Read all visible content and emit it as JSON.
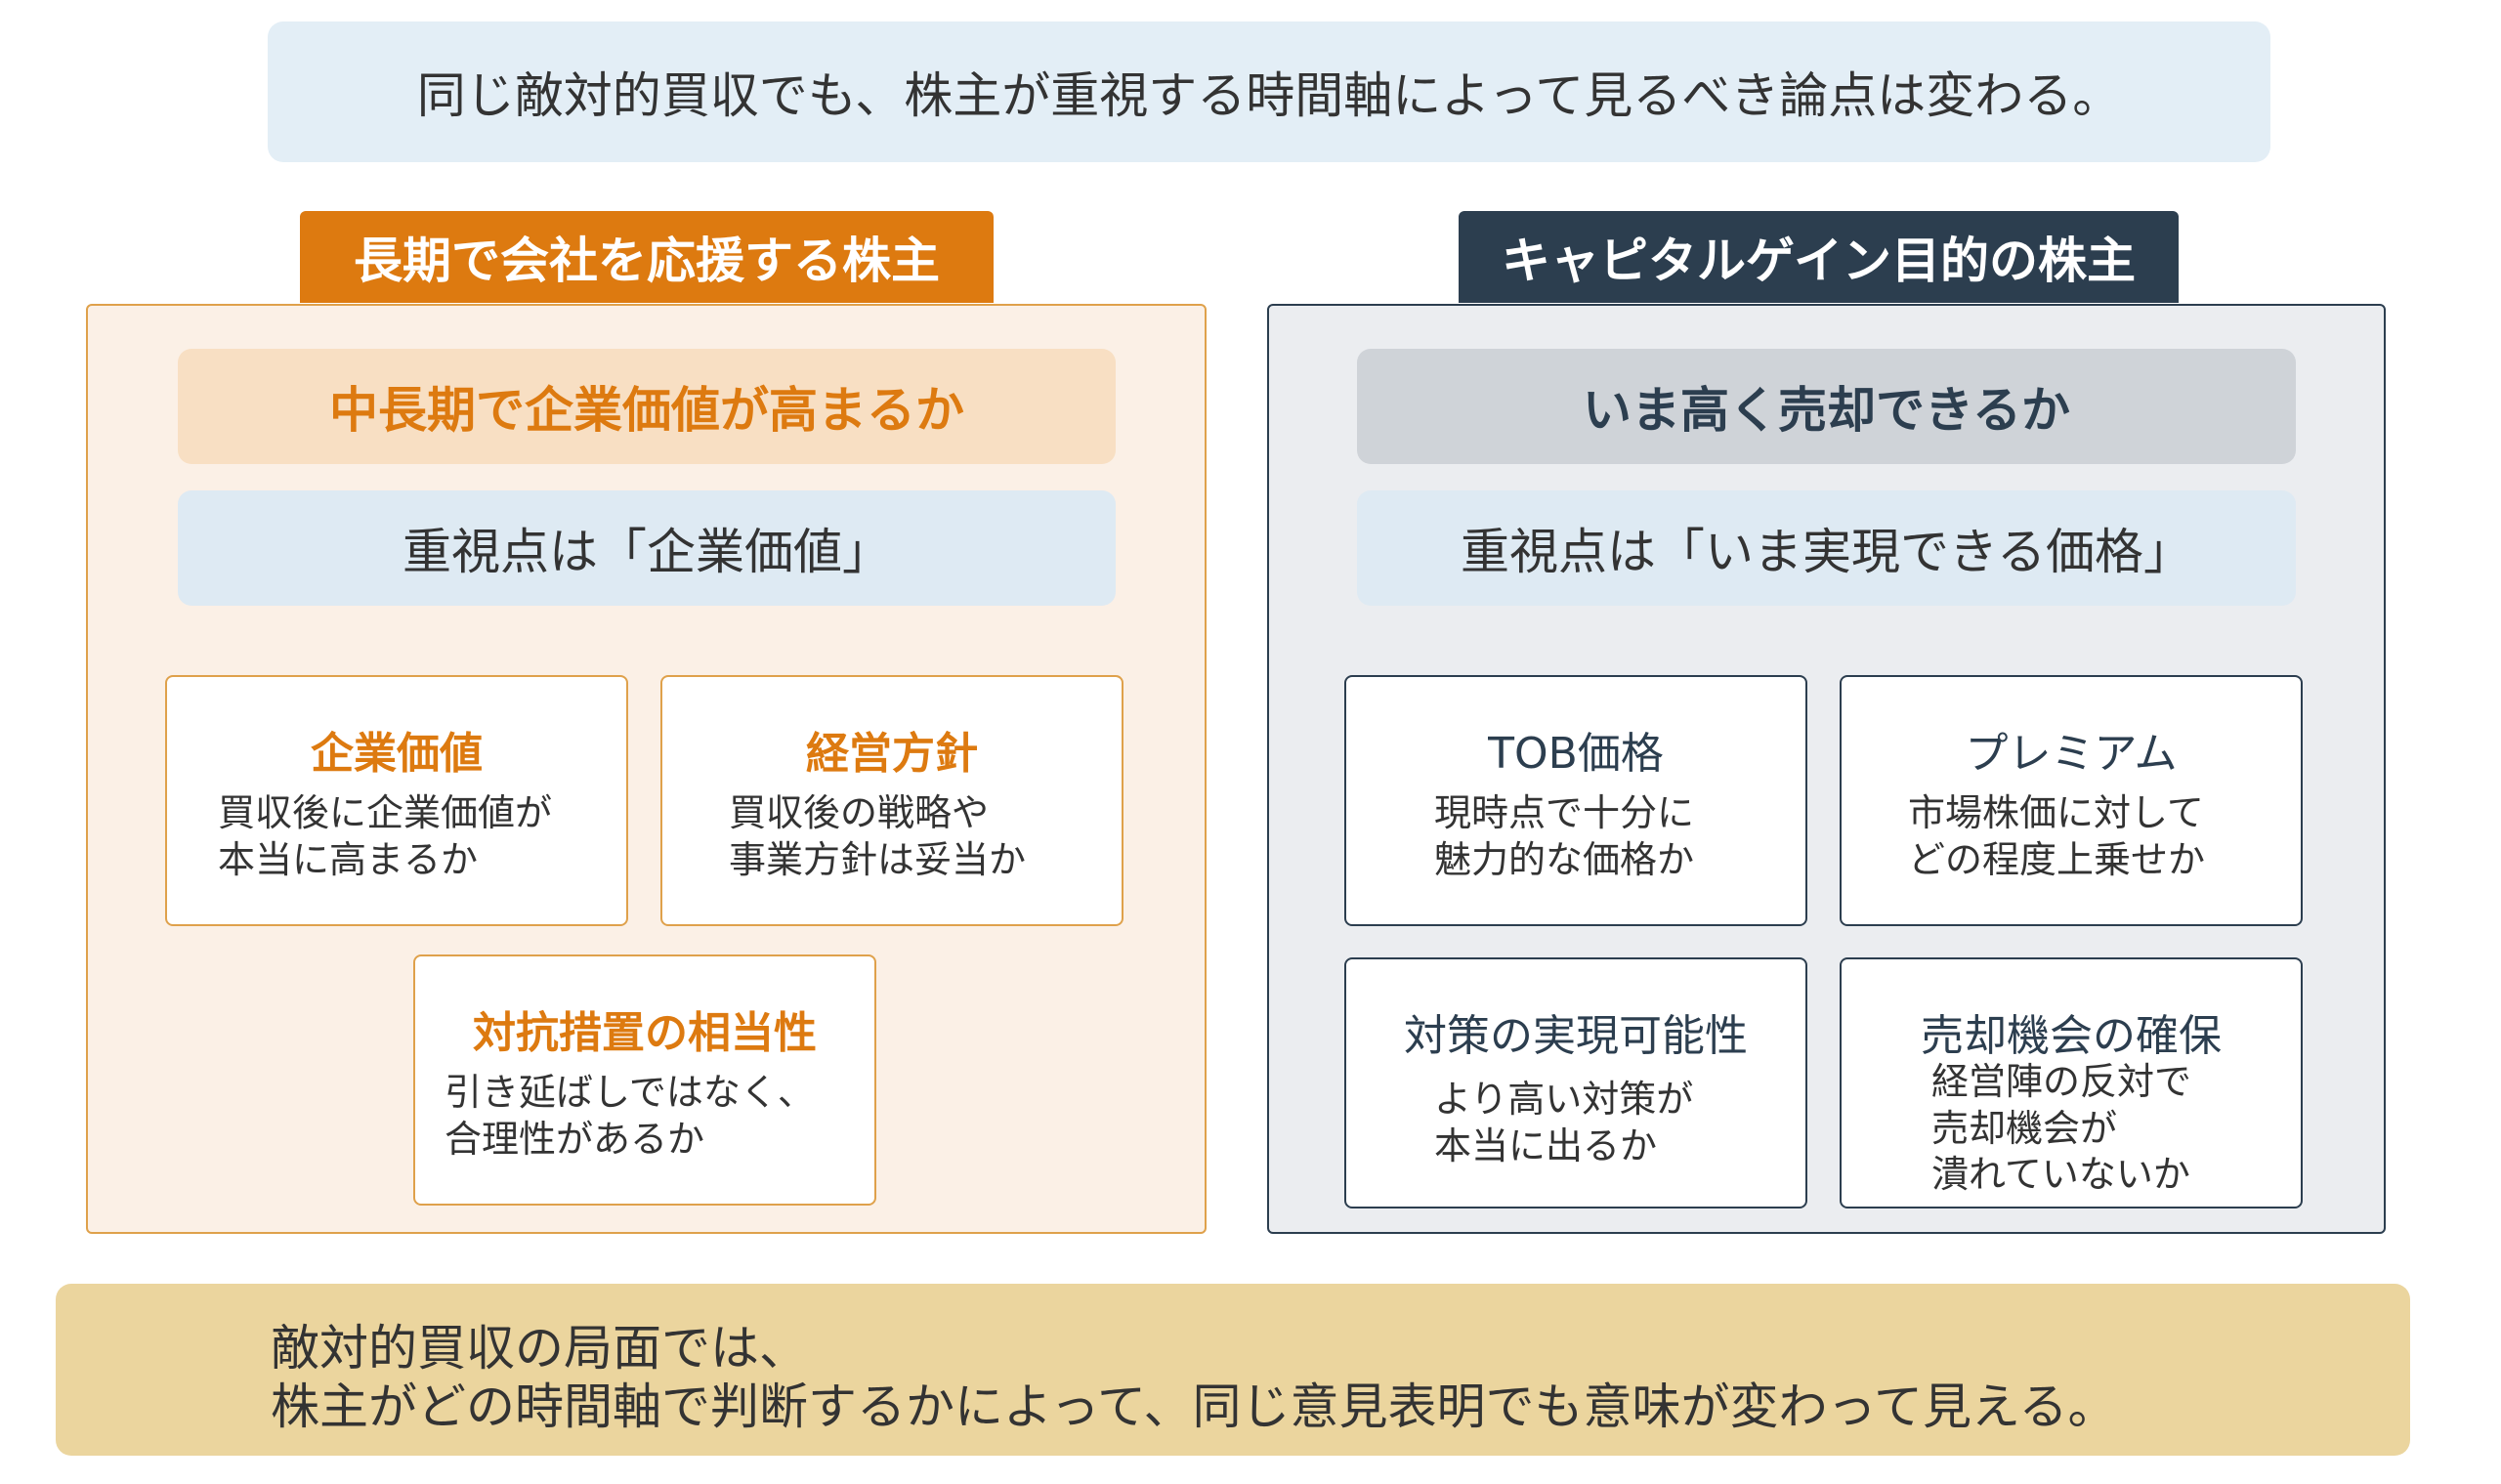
{
  "banner": {
    "text": "同じ敵対的買収でも、株主が重視する時間軸によって見るべき論点は変わる。"
  },
  "left_panel": {
    "tab_label": "長期で会社を応援する株主",
    "focus_question": "中長期で企業価値が高まるか",
    "emphasis": "重視点は「企業価値」",
    "cards": [
      {
        "title": "企業価値",
        "body": "買収後に企業価値が\n本当に高まるか"
      },
      {
        "title": "経営方針",
        "body": "買収後の戦略や\n事業方針は妥当か"
      },
      {
        "title": "対抗措置の相当性",
        "body": "引き延ばしではなく、\n合理性があるか"
      }
    ],
    "colors": {
      "tab": "#dd7a10",
      "panel_bg": "#fbf0e6",
      "border": "#dfa14b"
    }
  },
  "right_panel": {
    "tab_label": "キャピタルゲイン目的の株主",
    "focus_question": "いま高く売却できるか",
    "emphasis": "重視点は「いま実現できる価格」",
    "cards": [
      {
        "title": "TOB価格",
        "body": "現時点で十分に\n魅力的な価格か"
      },
      {
        "title": "プレミアム",
        "body": "市場株価に対して\nどの程度上乗せか"
      },
      {
        "title": "対策の実現可能性",
        "body": "より高い対策が\n本当に出るか"
      },
      {
        "title": "売却機会の確保",
        "body": "経営陣の反対で\n売却機会が\n潰れていないか"
      }
    ],
    "colors": {
      "tab": "#2c3e4f",
      "panel_bg": "#ebedf0",
      "border": "#2c3e4f"
    }
  },
  "footer": {
    "line1": "敵対的買収の局面では、",
    "line2": "株主がどの時間軸で判断するかによって、同じ意見表明でも意味が変わって見える。",
    "color": "#ebd59e"
  }
}
